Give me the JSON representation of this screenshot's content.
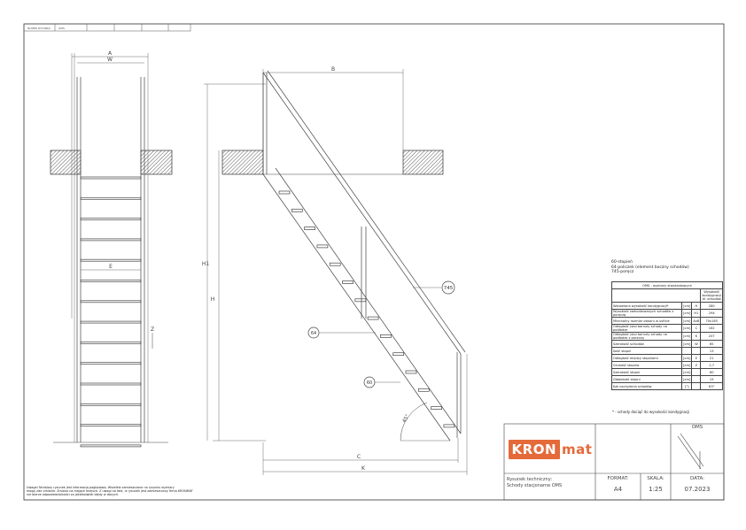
{
  "header_cells": [
    "NUMER RYSUNKU",
    "OMS",
    "",
    "",
    "",
    ""
  ],
  "dims": {
    "A": "A",
    "W": "W",
    "E": "E",
    "Z": "Z",
    "B": "B",
    "H": "H",
    "H1": "H1",
    "C": "C",
    "K": "K"
  },
  "callouts": {
    "c745": "745",
    "c64": "64",
    "c60": "60",
    "angle": "45°"
  },
  "legend": {
    "line1": "60-stopień",
    "line2": "64-policzek (element boczny schodów)",
    "line3": "745-poręcz"
  },
  "table": {
    "title": "OMS - wymiary standardowych",
    "col_header": "Wysokość kondygnacji",
    "col_header2": "dl. schodów",
    "rows": [
      {
        "label": "Wstawiona wysokość kondygnacji*",
        "unit": "[cm]",
        "sym": "H",
        "val": "280"
      },
      {
        "label": "Wysokość zamontowanych schodów z poręczą",
        "unit": "[cm]",
        "sym": "H1",
        "val": "294"
      },
      {
        "label": "Minimalny rozmiar otworu w suficie",
        "unit": "[cm]",
        "sym": "AxB",
        "val": "70x165"
      },
      {
        "label": "Odległość (stoi barnuły schody na podłodze",
        "unit": "[cm]",
        "sym": "C",
        "val": "162"
      },
      {
        "label": "Odległość (stoi barnuły schody na podłodze z poręczą",
        "unit": "[cm]",
        "sym": "K",
        "val": "207"
      },
      {
        "label": "Szerokość schodów",
        "unit": "[cm]",
        "sym": "W",
        "val": "65"
      },
      {
        "label": "Ilość stopni",
        "unit": "",
        "sym": "",
        "val": "13"
      },
      {
        "label": "Odległość między stopniami",
        "unit": "[cm]",
        "sym": "E",
        "val": "21"
      },
      {
        "label": "Grubość stopnia",
        "unit": "[cm]",
        "sym": "Z",
        "val": "2,7"
      },
      {
        "label": "Szerokość stopni",
        "unit": "[cm]",
        "sym": "",
        "val": "60"
      },
      {
        "label": "Głębokość stopni",
        "unit": "[cm]",
        "sym": "",
        "val": "15"
      },
      {
        "label": "Kąt nachylenia schodów",
        "unit": "[°]",
        "sym": "",
        "val": "63°"
      }
    ],
    "footnote": "* - schody dociąć do wysokości kondygnacji"
  },
  "notes": {
    "line1": "Uwaga! Niniejszy rysunek jest informacją poglądową. Wszelkie zamieszczone na rysunku wymiary",
    "line2": "mogą ulec zmianie. Zmiana na mające miejsce. Z uwagi na fakt, iż rysunek jest zamieszczony firma KRONMAT",
    "line3": "nie bierze odpowiedzialności za jakiekolwiek błędy w danych."
  },
  "title_block": {
    "logo_box": "KRON",
    "logo_rest": "mat",
    "oms_label": "OMS",
    "drawing_label": "Rysunek techniczny:",
    "drawing_value": "Schody stacjonarne OMS",
    "format_label": "FORMAT:",
    "format_value": "A4",
    "scale_label": "SKALA:",
    "scale_value": "1:25",
    "date_label": "DATA:",
    "date_value": "07.2023"
  },
  "colors": {
    "line": "#444444",
    "brand": "#e46a3a"
  }
}
